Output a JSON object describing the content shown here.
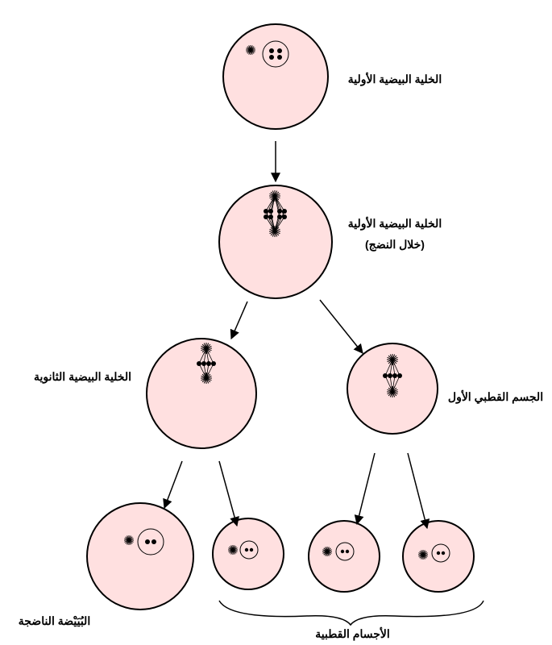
{
  "labels": {
    "primary_oocyte": "الخلية البيضية الأولية",
    "primary_oocyte_maturing": "الخلية البيضية الأولية",
    "during_maturation": "(خلال النضج)",
    "secondary_oocyte": "الخلية البيضية الثانوية",
    "first_polar_body": "الجسم القطبي الأول",
    "mature_ovum": "البُيَيْضة الناضجة",
    "polar_bodies": "الأجسام القطبية"
  },
  "colors": {
    "cell_fill": "#ffe0e0",
    "stroke": "#000000"
  }
}
